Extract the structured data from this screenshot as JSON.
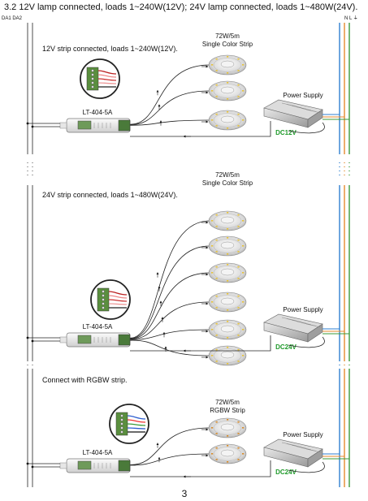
{
  "header": {
    "title": "3.2 12V lamp connected, loads 1~240W(12V); 24V lamp connected, loads 1~480W(24V).",
    "bus_left": "DA1 DA2",
    "bus_right": "N L ⏚"
  },
  "sections": [
    {
      "caption": "12V strip connected, loads 1~240W(12V).",
      "strip_line1": "72W/5m",
      "strip_line2": "Single Color Strip",
      "controller": "LT-404-5A",
      "power_supply": "Power Supply",
      "voltage": "DC12V",
      "reel_count": 3
    },
    {
      "caption": "24V strip connected, loads 1~480W(24V).",
      "strip_line1": "72W/5m",
      "strip_line2": "Single Color Strip",
      "controller": "LT-404-5A",
      "power_supply": "Power Supply",
      "voltage": "DC24V",
      "reel_count": 6
    },
    {
      "caption": "Connect with RGBW strip.",
      "strip_line1": "72W/5m",
      "strip_line2": "RGBW Strip",
      "controller": "LT-404-5A",
      "power_supply": "Power Supply",
      "voltage": "DC24V",
      "reel_count": 2
    }
  ],
  "footer": {
    "page_number": "3"
  },
  "colors": {
    "wire_n": "#2f7fd0",
    "wire_l": "#e38a2e",
    "wire_pe": "#3a9a3a",
    "voltage_label": "#1f9a2a"
  }
}
